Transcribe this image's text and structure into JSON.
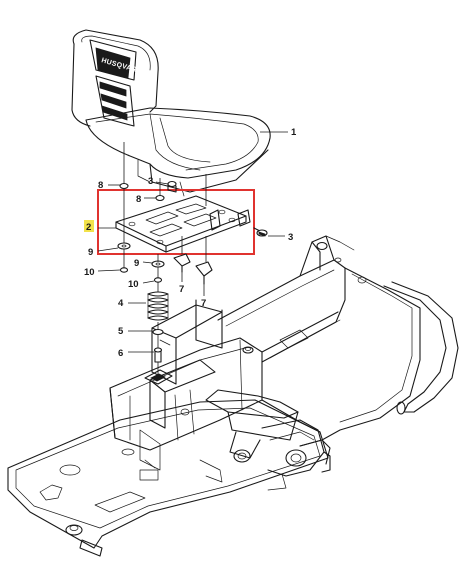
{
  "diagram": {
    "brand_text": "HUSQVARNA",
    "highlight_color": "#e0332f",
    "label_highlight_color": "#f2e24a",
    "callouts": [
      {
        "id": "1",
        "text": "1"
      },
      {
        "id": "2",
        "text": "2"
      },
      {
        "id": "3a",
        "text": "3"
      },
      {
        "id": "3b",
        "text": "3"
      },
      {
        "id": "4",
        "text": "4"
      },
      {
        "id": "5",
        "text": "5"
      },
      {
        "id": "6",
        "text": "6"
      },
      {
        "id": "7a",
        "text": "7"
      },
      {
        "id": "7b",
        "text": "7"
      },
      {
        "id": "8a",
        "text": "8"
      },
      {
        "id": "8b",
        "text": "8"
      },
      {
        "id": "9a",
        "text": "9"
      },
      {
        "id": "9b",
        "text": "9"
      },
      {
        "id": "10a",
        "text": "10"
      },
      {
        "id": "10b",
        "text": "10"
      }
    ]
  }
}
